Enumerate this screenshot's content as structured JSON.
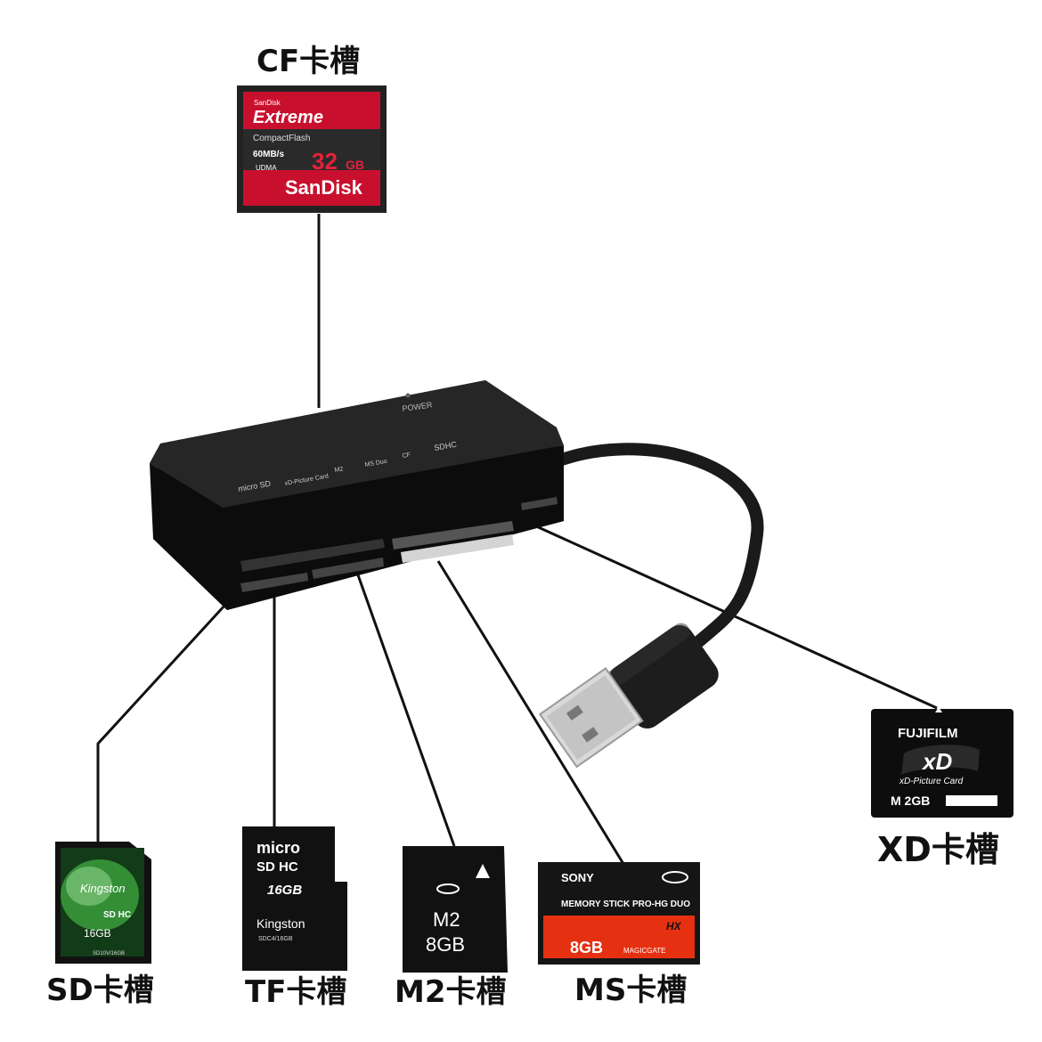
{
  "labels": {
    "cf": "CF卡槽",
    "xd": "XD卡槽",
    "sd": "SD卡槽",
    "tf": "TF卡槽",
    "m2": "M2卡槽",
    "ms": "MS卡槽"
  },
  "reader": {
    "power_label": "POWER",
    "logos": [
      "micro SD",
      "xD-Picture Card",
      "M2",
      "MS Duo",
      "CF",
      "SDHC"
    ]
  },
  "cf_card": {
    "brand_small": "SanDisk",
    "product": "Extreme",
    "type": "CompactFlash",
    "speed": "60MB/s",
    "udma": "UDMA",
    "capacity": "32",
    "unit": "GB",
    "brand": "SanDisk"
  },
  "xd_card": {
    "brand": "FUJIFILM",
    "logo": "xD",
    "subtitle": "xD-Picture Card",
    "model": "M 2GB"
  },
  "sd_card": {
    "brand": "Kingston",
    "type": "SD HC",
    "capacity": "16GB",
    "model": "SD10V/16GB"
  },
  "tf_card": {
    "line1": "micro",
    "line2": "SD HC",
    "capacity": "16GB",
    "brand": "Kingston",
    "model": "SDC4/16GB"
  },
  "m2_card": {
    "line1": "M2",
    "capacity": "8GB"
  },
  "ms_card": {
    "brand": "SONY",
    "product": "MEMORY STICK PRO-HG DUO",
    "hx": "HX",
    "capacity": "8GB",
    "gate": "MAGICGATE"
  },
  "colors": {
    "reader_body": "#1c1c1c",
    "cf_red": "#c8102e",
    "sd_green": "#2e7d32",
    "ms_red": "#e53012",
    "label_text": "#111111"
  }
}
